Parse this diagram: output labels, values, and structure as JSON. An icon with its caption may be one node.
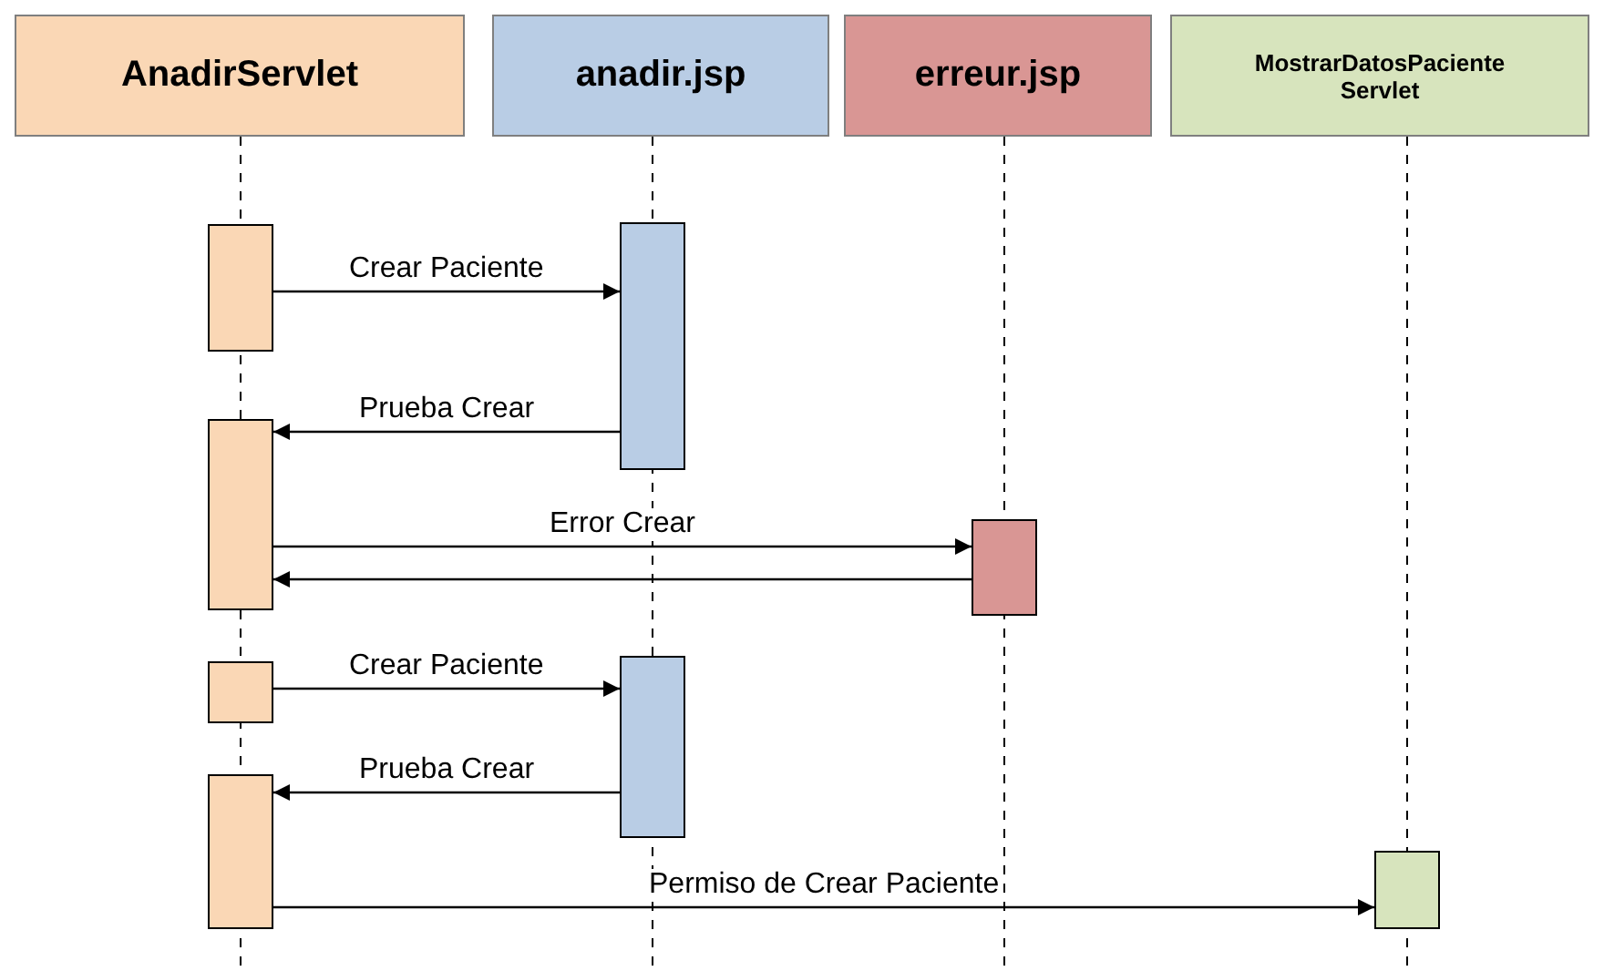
{
  "diagram": {
    "nodes": [
      {
        "text": [
          "AnadirServlet"
        ]
      },
      {
        "text": [
          "anadir.jsp"
        ]
      },
      {
        "text": [
          "erreur.jsp"
        ]
      },
      {
        "text": [
          "MostrarDatosPaciente Servlet"
        ]
      },
      {
        "text": [],
        "shape": "bar"
      },
      {
        "text": [],
        "shape": "bar"
      },
      {
        "text": [],
        "shape": "bar"
      },
      {
        "text": [],
        "shape": "bar"
      },
      {
        "text": [],
        "shape": "bar"
      },
      {
        "text": [],
        "shape": "bar"
      },
      {
        "text": [],
        "shape": "bar"
      },
      {
        "text": [],
        "shape": "bar"
      }
    ],
    "edges": [
      {
        "from": 4,
        "to": 5,
        "arrow": "to",
        "label": "Crear Paciente"
      },
      {
        "from": 5,
        "to": 6,
        "arrow": "to",
        "label": "Prueba Crear"
      },
      {
        "from": 6,
        "to": 7,
        "arrow": "to",
        "label": "Error Crear"
      },
      {
        "from": 7,
        "to": 6,
        "arrow": "to"
      },
      {
        "from": 8,
        "to": 9,
        "arrow": "to",
        "label": "Crear Paciente"
      },
      {
        "from": 9,
        "to": 10,
        "arrow": "to",
        "label": "Prueba Crear"
      },
      {
        "from": 10,
        "to": 11,
        "arrow": "to",
        "label": "Permiso de Crear Paciente"
      }
    ]
  }
}
